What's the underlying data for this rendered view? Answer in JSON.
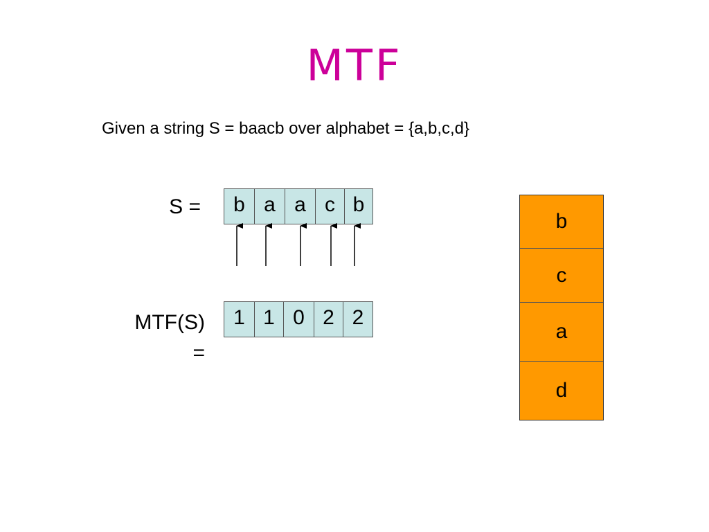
{
  "title": "MTF",
  "subtitle": "Given a string S = baacb over alphabet = {a,b,c,d}",
  "s_label": "S =",
  "s_cells": [
    "b",
    "a",
    "a",
    "c",
    "b"
  ],
  "mtf_label_line1": "MTF(S)",
  "mtf_label_line2": "=",
  "mtf_cells": [
    "1",
    "1",
    "0",
    "2",
    "2"
  ],
  "stack": [
    "b",
    "c",
    "a",
    "d"
  ],
  "colors": {
    "title": "#cc0099",
    "cell_fill": "#c8e6e6",
    "stack_fill": "#ff9900"
  }
}
